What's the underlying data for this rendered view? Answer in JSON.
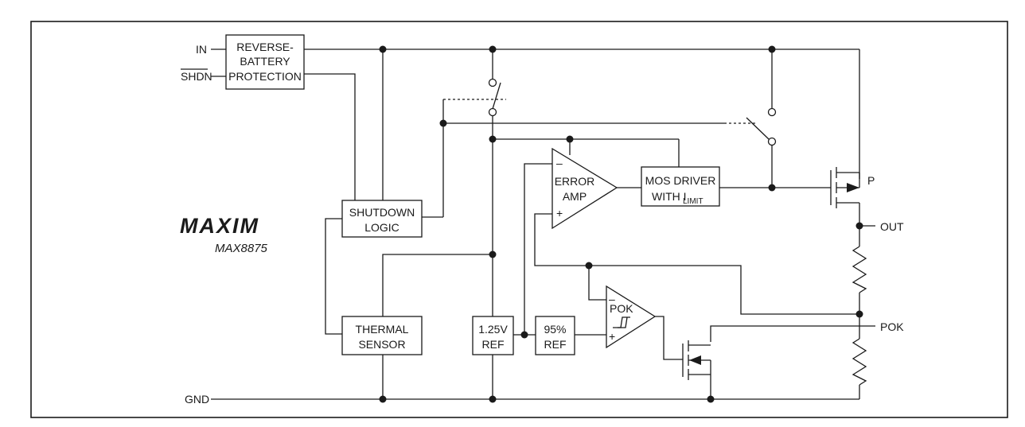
{
  "logo": {
    "brand": "MAXIM",
    "part_number": "MAX8875"
  },
  "pins": {
    "in": "IN",
    "shdn": "SHDN",
    "gnd": "GND",
    "out": "OUT",
    "pok": "POK"
  },
  "blocks": {
    "reverse_battery": [
      "REVERSE-",
      "BATTERY",
      "PROTECTION"
    ],
    "shutdown_logic": [
      "SHUTDOWN",
      "LOGIC"
    ],
    "thermal_sensor": [
      "THERMAL",
      "SENSOR"
    ],
    "ref_125": [
      "1.25V",
      "REF"
    ],
    "ref_95": [
      "95%",
      "REF"
    ],
    "error_amp": [
      "ERROR",
      "AMP"
    ],
    "mos_driver": {
      "line1": "MOS DRIVER",
      "line2_prefix": "WITH I",
      "line2_sub": "LIMIT"
    },
    "pok_comparator": "POK"
  },
  "transistor_labels": {
    "pass": "P"
  },
  "symbols": {
    "minus": "–",
    "plus": "+"
  }
}
